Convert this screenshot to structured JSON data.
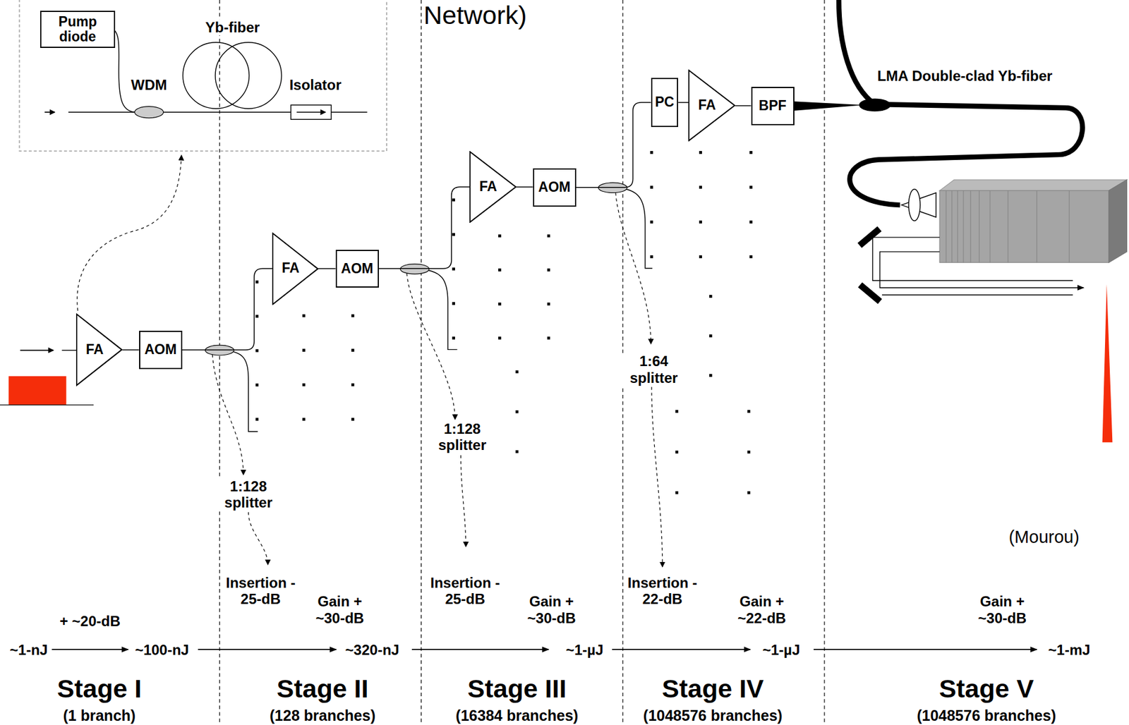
{
  "diagram": {
    "nodes": [
      {
        "text": [
          "Pump diode"
        ]
      },
      {
        "text": [
          "FA"
        ]
      },
      {
        "text": [
          "AOM"
        ]
      },
      {
        "text": [
          "FA"
        ]
      },
      {
        "text": [
          "AOM"
        ]
      },
      {
        "text": [
          "FA"
        ]
      },
      {
        "text": [
          "AOM"
        ]
      },
      {
        "text": [
          "PC"
        ]
      },
      {
        "text": [
          "FA"
        ]
      },
      {
        "text": [
          "BPF"
        ]
      }
    ],
    "edges": [
      {
        "from": 1,
        "to": 2,
        "arrow": "none"
      },
      {
        "from": 2,
        "to": 3,
        "arrow": "none"
      },
      {
        "from": 3,
        "to": 4,
        "arrow": "none"
      },
      {
        "from": 4,
        "to": 5,
        "arrow": "none"
      },
      {
        "from": 5,
        "to": 6,
        "arrow": "none"
      },
      {
        "from": 6,
        "to": 7,
        "arrow": "none"
      },
      {
        "from": 7,
        "to": 8,
        "arrow": "none"
      },
      {
        "from": 8,
        "to": 9,
        "arrow": "none"
      }
    ],
    "labels": [
      "Network)",
      "Yb-fiber",
      "WDM",
      "Isolator",
      "LMA Double-clad Yb-fiber",
      "1:128 splitter",
      "1:128 splitter",
      "1:64 splitter",
      "Insertion - 25-dB",
      "Insertion - 25-dB",
      "Insertion - 22-dB",
      "+ ~20-dB",
      "Gain + ~30-dB",
      "Gain + ~30-dB",
      "Gain + ~22-dB",
      "Gain + ~30-dB",
      "~1-nJ",
      "~100-nJ",
      "~320-nJ",
      "~1-µJ",
      "~1-µJ",
      "~1-mJ",
      "Stage I",
      "(1 branch)",
      "Stage II",
      "(128 branches)",
      "Stage III",
      "(16384 branches)",
      "Stage IV",
      "(1048576 branches)",
      "Stage V",
      "(1048576 branches)",
      "(Mourou)"
    ]
  }
}
